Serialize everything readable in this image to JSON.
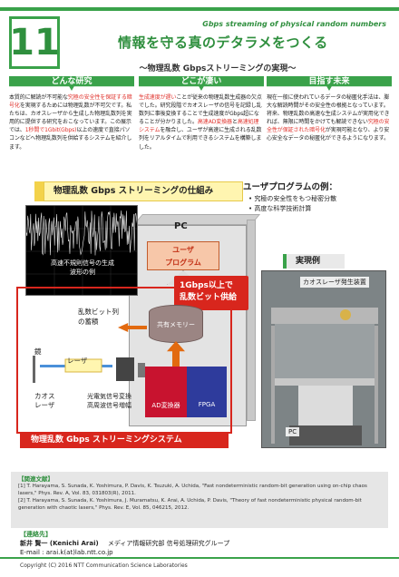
{
  "header": {
    "number": "11",
    "english_title": "Gbps streaming of physical random numbers",
    "title": "情報を守る真のデタラメをつくる",
    "subtitle": "～物理乱数 Gbpsストリーミングの実現～"
  },
  "columns": [
    {
      "heading": "どんな研究",
      "body_parts": [
        {
          "text": "本質的に解読が不可能な",
          "red": false
        },
        {
          "text": "究極の安全性を保証する暗号化",
          "red": true
        },
        {
          "text": "を実現するためには物理乱数が不可欠です。私たちは、カオスレーザから生成した物理乱数列を実用的に提供する研究をおこなっています。この展示では、",
          "red": false
        },
        {
          "text": "1秒間で1Gbit(Gbps)",
          "red": true
        },
        {
          "text": "以上の速度で直接パソコンなどへ物理乱数列を供給するシステムを紹介します。",
          "red": false
        }
      ]
    },
    {
      "heading": "どこが凄い",
      "body_parts": [
        {
          "text": "生成速度が遅い",
          "red": true
        },
        {
          "text": "ことが従来の物理乱数生成器の欠点でした。研究段階でカオスレーザの信号を記録し乱数列に事後変換することで生成速度がGbps超になることが分かりました。",
          "red": false
        },
        {
          "text": "高速AD変換器",
          "red": true
        },
        {
          "text": "と",
          "red": false
        },
        {
          "text": "高速処理システム",
          "red": true
        },
        {
          "text": "を融合し、ユーザが高速に生成される乱数列をリアルタイムで利用できるシステムを構築しました。",
          "red": false
        }
      ]
    },
    {
      "heading": "目指す未来",
      "body_parts": [
        {
          "text": "現在一般に使われているデータの秘匿化手法は、膨大な解読時間がその安全性の根拠となっています。将来、物理乱数の高速な生成システムが実用化できれば、無限に時間をかけても解読できない",
          "red": false
        },
        {
          "text": "究極の安全性が保証された暗号化",
          "red": true
        },
        {
          "text": "が実現可能となり、より安心安全なデータの秘匿化ができるようになります。",
          "red": false
        }
      ]
    }
  ],
  "diagram": {
    "streaming_title": "物理乱数 Gbps ストリーミングの仕組み",
    "app_title": "ユーザプログラムの例：",
    "app_items": [
      "究極の安全性をもつ秘密分散",
      "高度な科学技術計算"
    ],
    "pc_label": "PC",
    "user_program": "ユーザ\nプログラム",
    "supply_callout": "1Gbps以上で\n乱数ビット供給",
    "shared_memory": "共有メモリー",
    "random_seq": "乱数ビット列\nの蓄積",
    "waveform_caption": "高速不規則信号の生成\n波形の例",
    "mirror": "鏡",
    "laser": "レーザ",
    "chaos_laser": "カオス\nレーザ",
    "conversion": "光電気信号変換\n高周波信号増幅",
    "ad": "AD変換器",
    "fpga": "FPGA",
    "system_title": "物理乱数 Gbps ストリーミングシステム",
    "photo_title": "実現例",
    "photo_cap_device": "カオスレーザ発生装置",
    "photo_cap_pc": "PC"
  },
  "references": {
    "heading": "【関連文献】",
    "items": [
      "[1] T. Harayama, S. Sunada, K. Yoshimura, P. Davis, K. Tsuzuki, A. Uchida, \"Fast nondeterministic random-bit generation using on-chip chaos lasers,\" Phys. Rev. A, Vol. 83, 031803(R), 2011.",
      "[2] T. Harayama, S. Sunada, K. Yoshimura, J. Muramatsu, K. Arai, A. Uchida, P. Davis, \"Theory of fast nondeterministic physical random-bit generation with chaotic lasers,\" Phys. Rev. E, Vol. 85, 046215, 2012."
    ]
  },
  "contact": {
    "heading": "【連絡先】",
    "name": "新井 賢一 (Kenichi Arai)",
    "org": "メディア情報研究部 信号処理研究グループ",
    "email": "E-mail : arai.k(at)lab.ntt.co.jp"
  },
  "copyright": "Copyright (C) 2016 NTT Communication Science Laboratories",
  "colors": {
    "green": "#3aa24a",
    "red": "#d8261d",
    "fpga": "#2e3b9c",
    "ad": "#c8132f"
  }
}
